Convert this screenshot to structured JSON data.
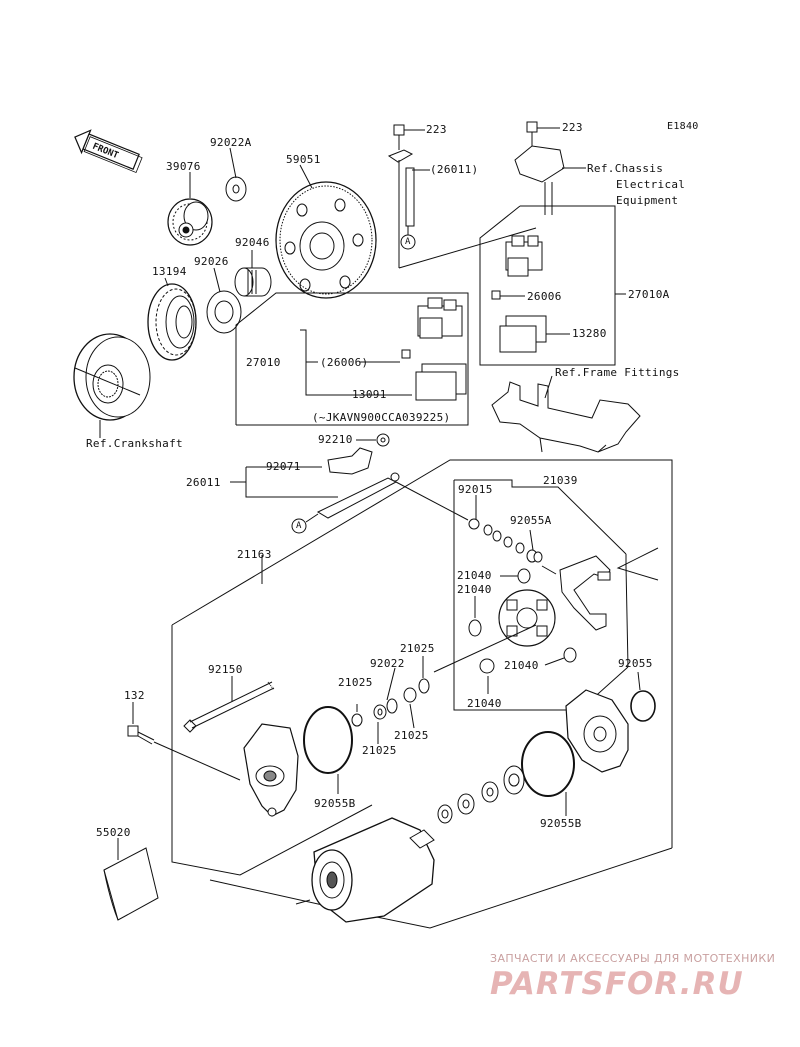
{
  "diagram_code": "E1840",
  "front_marker": "FRONT",
  "labels": {
    "p223_top_left": "223",
    "p223_top_right": "223",
    "p26011_paren": "(26011)",
    "ref_chassis_1": "Ref.Chassis",
    "ref_chassis_2": "Electrical",
    "ref_chassis_3": "Equipment",
    "p92022A": "92022A",
    "p39076": "39076",
    "p59051": "59051",
    "p92046": "92046",
    "p92026": "92026",
    "p13194": "13194",
    "p26006_right": "26006",
    "p27010A": "27010A",
    "p13280": "13280",
    "p27010": "27010",
    "p26006_paren": "(26006)",
    "p13091": "13091",
    "serial_note": "(~JKAVN900CCA039225)",
    "ref_frame": "Ref.Frame Fittings",
    "ref_crankshaft": "Ref.Crankshaft",
    "p92210": "92210",
    "p92071": "92071",
    "p26011": "26011",
    "p92015": "92015",
    "p21039": "21039",
    "p92055A": "92055A",
    "p21163": "21163",
    "p21040_a": "21040",
    "p21040_b": "21040",
    "p21040_c": "21040",
    "p21040_d": "21040",
    "p21025_a": "21025",
    "p21025_b": "21025",
    "p21025_c": "21025",
    "p21025_d": "21025",
    "p92022": "92022",
    "p92150": "92150",
    "p132": "132",
    "p92055": "92055",
    "p92055B_left": "92055B",
    "p92055B_right": "92055B",
    "p55020": "55020",
    "marker_a1": "A",
    "marker_a2": "A"
  },
  "watermark": {
    "caption": "ЗАПЧАСТИ И АКСЕССУАРЫ ДЛЯ МОТОТЕХНИКИ",
    "logo": "PARTSFOR.RU"
  }
}
